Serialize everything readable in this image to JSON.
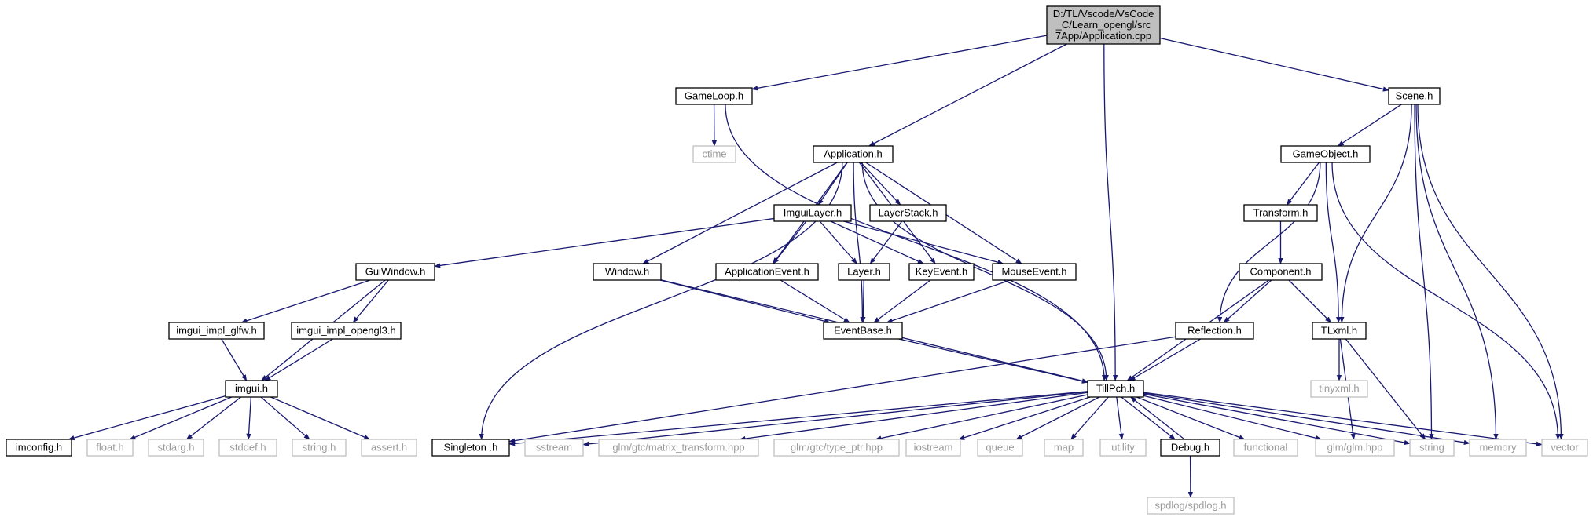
{
  "colors": {
    "edge": "#191970",
    "root_fill": "#bfbfbf",
    "local_border": "#000000",
    "system_border": "#bfbfbf",
    "system_text": "#9a9a9a",
    "node_fill": "#ffffff"
  },
  "nodes": [
    {
      "id": "root",
      "lines": [
        "D:/TL/Vscode/VsCode",
        "_C/Learn_opengl/src",
        "7App/Application.cpp"
      ],
      "kind": "root"
    },
    {
      "id": "gameloop",
      "lines": [
        "GameLoop.h"
      ],
      "kind": "local"
    },
    {
      "id": "scene",
      "lines": [
        "Scene.h"
      ],
      "kind": "local"
    },
    {
      "id": "ctime",
      "lines": [
        "ctime"
      ],
      "kind": "system"
    },
    {
      "id": "application",
      "lines": [
        "Application.h"
      ],
      "kind": "local"
    },
    {
      "id": "gameobject",
      "lines": [
        "GameObject.h"
      ],
      "kind": "local"
    },
    {
      "id": "imguilayer",
      "lines": [
        "ImguiLayer.h"
      ],
      "kind": "local"
    },
    {
      "id": "layerstack",
      "lines": [
        "LayerStack.h"
      ],
      "kind": "local"
    },
    {
      "id": "transform",
      "lines": [
        "Transform.h"
      ],
      "kind": "local"
    },
    {
      "id": "guiwindow",
      "lines": [
        "GuiWindow.h"
      ],
      "kind": "local"
    },
    {
      "id": "window",
      "lines": [
        "Window.h"
      ],
      "kind": "local"
    },
    {
      "id": "appevent",
      "lines": [
        "ApplicationEvent.h"
      ],
      "kind": "local"
    },
    {
      "id": "layer",
      "lines": [
        "Layer.h"
      ],
      "kind": "local"
    },
    {
      "id": "keyevent",
      "lines": [
        "KeyEvent.h"
      ],
      "kind": "local"
    },
    {
      "id": "mouseevent",
      "lines": [
        "MouseEvent.h"
      ],
      "kind": "local"
    },
    {
      "id": "component",
      "lines": [
        "Component.h"
      ],
      "kind": "local"
    },
    {
      "id": "glfw",
      "lines": [
        "imgui_impl_glfw.h"
      ],
      "kind": "local"
    },
    {
      "id": "opengl3",
      "lines": [
        "imgui_impl_opengl3.h"
      ],
      "kind": "local"
    },
    {
      "id": "eventbase",
      "lines": [
        "EventBase.h"
      ],
      "kind": "local"
    },
    {
      "id": "reflection",
      "lines": [
        "Reflection.h"
      ],
      "kind": "local"
    },
    {
      "id": "tlxml",
      "lines": [
        "TLxml.h"
      ],
      "kind": "local"
    },
    {
      "id": "imgui",
      "lines": [
        "imgui.h"
      ],
      "kind": "local"
    },
    {
      "id": "tillpch",
      "lines": [
        "TillPch.h"
      ],
      "kind": "local"
    },
    {
      "id": "tinyxml",
      "lines": [
        "tinyxml.h"
      ],
      "kind": "system"
    },
    {
      "id": "imconfig",
      "lines": [
        "imconfig.h"
      ],
      "kind": "local"
    },
    {
      "id": "float",
      "lines": [
        "float.h"
      ],
      "kind": "system"
    },
    {
      "id": "stdarg",
      "lines": [
        "stdarg.h"
      ],
      "kind": "system"
    },
    {
      "id": "stddef",
      "lines": [
        "stddef.h"
      ],
      "kind": "system"
    },
    {
      "id": "string_h",
      "lines": [
        "string.h"
      ],
      "kind": "system"
    },
    {
      "id": "assert",
      "lines": [
        "assert.h"
      ],
      "kind": "system"
    },
    {
      "id": "singleton",
      "lines": [
        "Singleton .h"
      ],
      "kind": "local"
    },
    {
      "id": "sstream",
      "lines": [
        "sstream"
      ],
      "kind": "system"
    },
    {
      "id": "mtx",
      "lines": [
        "glm/gtc/matrix_transform.hpp"
      ],
      "kind": "system"
    },
    {
      "id": "typeptr",
      "lines": [
        "glm/gtc/type_ptr.hpp"
      ],
      "kind": "system"
    },
    {
      "id": "iostream",
      "lines": [
        "iostream"
      ],
      "kind": "system"
    },
    {
      "id": "queue",
      "lines": [
        "queue"
      ],
      "kind": "system"
    },
    {
      "id": "map",
      "lines": [
        "map"
      ],
      "kind": "system"
    },
    {
      "id": "utility",
      "lines": [
        "utility"
      ],
      "kind": "system"
    },
    {
      "id": "debug",
      "lines": [
        "Debug.h"
      ],
      "kind": "local"
    },
    {
      "id": "functional",
      "lines": [
        "functional"
      ],
      "kind": "system"
    },
    {
      "id": "glm",
      "lines": [
        "glm/glm.hpp"
      ],
      "kind": "system"
    },
    {
      "id": "string",
      "lines": [
        "string"
      ],
      "kind": "system"
    },
    {
      "id": "memory",
      "lines": [
        "memory"
      ],
      "kind": "system"
    },
    {
      "id": "vector",
      "lines": [
        "vector"
      ],
      "kind": "system"
    },
    {
      "id": "spdlog",
      "lines": [
        "spdlog/spdlog.h"
      ],
      "kind": "system"
    }
  ],
  "edges": [
    [
      "root",
      "gameloop"
    ],
    [
      "root",
      "application"
    ],
    [
      "root",
      "tillpch"
    ],
    [
      "root",
      "scene"
    ],
    [
      "gameloop",
      "ctime"
    ],
    [
      "gameloop",
      "tillpch"
    ],
    [
      "application",
      "imguilayer"
    ],
    [
      "application",
      "layerstack"
    ],
    [
      "application",
      "window"
    ],
    [
      "application",
      "appevent"
    ],
    [
      "application",
      "keyevent"
    ],
    [
      "application",
      "mouseevent"
    ],
    [
      "application",
      "eventbase"
    ],
    [
      "application",
      "singleton"
    ],
    [
      "application",
      "tillpch"
    ],
    [
      "imguilayer",
      "guiwindow"
    ],
    [
      "imguilayer",
      "appevent"
    ],
    [
      "imguilayer",
      "layer"
    ],
    [
      "imguilayer",
      "keyevent"
    ],
    [
      "imguilayer",
      "mouseevent"
    ],
    [
      "layerstack",
      "layer"
    ],
    [
      "guiwindow",
      "glfw"
    ],
    [
      "guiwindow",
      "opengl3"
    ],
    [
      "guiwindow",
      "imgui"
    ],
    [
      "glfw",
      "imgui"
    ],
    [
      "opengl3",
      "imgui"
    ],
    [
      "imgui",
      "imconfig"
    ],
    [
      "imgui",
      "float"
    ],
    [
      "imgui",
      "stdarg"
    ],
    [
      "imgui",
      "stddef"
    ],
    [
      "imgui",
      "string_h"
    ],
    [
      "imgui",
      "assert"
    ],
    [
      "window",
      "eventbase"
    ],
    [
      "window",
      "tillpch"
    ],
    [
      "appevent",
      "eventbase"
    ],
    [
      "layer",
      "eventbase"
    ],
    [
      "keyevent",
      "eventbase"
    ],
    [
      "mouseevent",
      "eventbase"
    ],
    [
      "eventbase",
      "tillpch"
    ],
    [
      "scene",
      "gameobject"
    ],
    [
      "scene",
      "tlxml"
    ],
    [
      "scene",
      "string"
    ],
    [
      "scene",
      "memory"
    ],
    [
      "scene",
      "vector"
    ],
    [
      "gameobject",
      "transform"
    ],
    [
      "gameobject",
      "reflection"
    ],
    [
      "gameobject",
      "tlxml"
    ],
    [
      "gameobject",
      "vector"
    ],
    [
      "transform",
      "component"
    ],
    [
      "component",
      "reflection"
    ],
    [
      "component",
      "tlxml"
    ],
    [
      "component",
      "tillpch"
    ],
    [
      "reflection",
      "tillpch"
    ],
    [
      "reflection",
      "singleton"
    ],
    [
      "tlxml",
      "tinyxml"
    ],
    [
      "tlxml",
      "glm"
    ],
    [
      "tlxml",
      "string"
    ],
    [
      "tillpch",
      "singleton"
    ],
    [
      "tillpch",
      "sstream"
    ],
    [
      "tillpch",
      "mtx"
    ],
    [
      "tillpch",
      "typeptr"
    ],
    [
      "tillpch",
      "iostream"
    ],
    [
      "tillpch",
      "queue"
    ],
    [
      "tillpch",
      "map"
    ],
    [
      "tillpch",
      "utility"
    ],
    [
      "tillpch",
      "debug"
    ],
    [
      "tillpch",
      "functional"
    ],
    [
      "tillpch",
      "glm"
    ],
    [
      "tillpch",
      "string"
    ],
    [
      "tillpch",
      "memory"
    ],
    [
      "tillpch",
      "vector"
    ],
    [
      "debug",
      "tillpch"
    ],
    [
      "debug",
      "spdlog"
    ]
  ]
}
